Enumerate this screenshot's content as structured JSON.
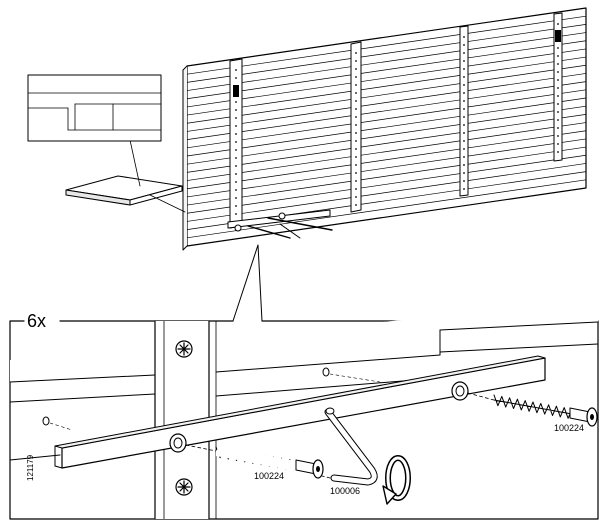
{
  "step": {
    "quantity_label": "6x"
  },
  "parts": {
    "screw_left_code": "100224",
    "screw_right_code": "100224",
    "allen_key_code": "100006"
  },
  "document": {
    "article_number": "121179"
  },
  "icons": {
    "rotation": "rotate-clockwise-icon",
    "screw_head": "screw-head-icon"
  }
}
